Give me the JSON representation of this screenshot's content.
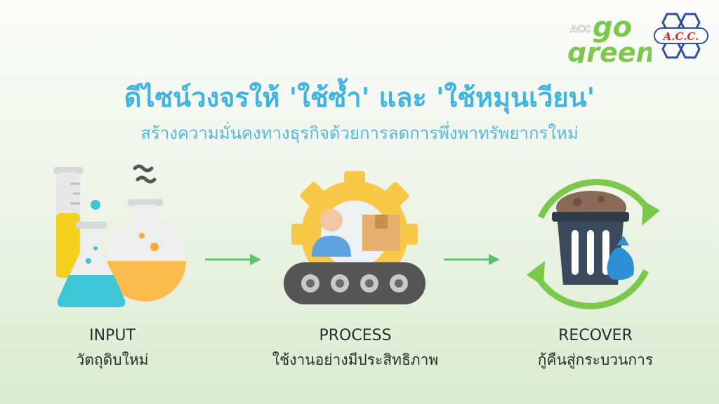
{
  "header": {
    "title": "ดีไซน์วงจรให้ 'ใช้ซ้ำ' และ 'ใช้หมุนเวียน'",
    "subtitle": "สร้างความมั่นคงทางธุรกิจด้วยการลดการพึ่งพาทรัพยากรใหม่"
  },
  "logos": {
    "go_green_prefix": "ACC",
    "go_green_go": "go",
    "go_green_green": "green",
    "acc_badge": "A.C.C."
  },
  "steps": [
    {
      "title": "INPUT",
      "caption": "วัตถุดิบใหม่",
      "icon": "chemistry-flasks-icon"
    },
    {
      "title": "PROCESS",
      "caption": "ใช้งานอย่างมีประสิทธิภาพ",
      "icon": "conveyor-gear-icon"
    },
    {
      "title": "RECOVER",
      "caption": "กู้คืนสู่กระบวนการ",
      "icon": "recycle-bin-icon"
    }
  ],
  "colors": {
    "title": "#3fb4e0",
    "arrow": "#5cbf72",
    "recycle": "#7cc84a",
    "gear": "#f8c847"
  }
}
